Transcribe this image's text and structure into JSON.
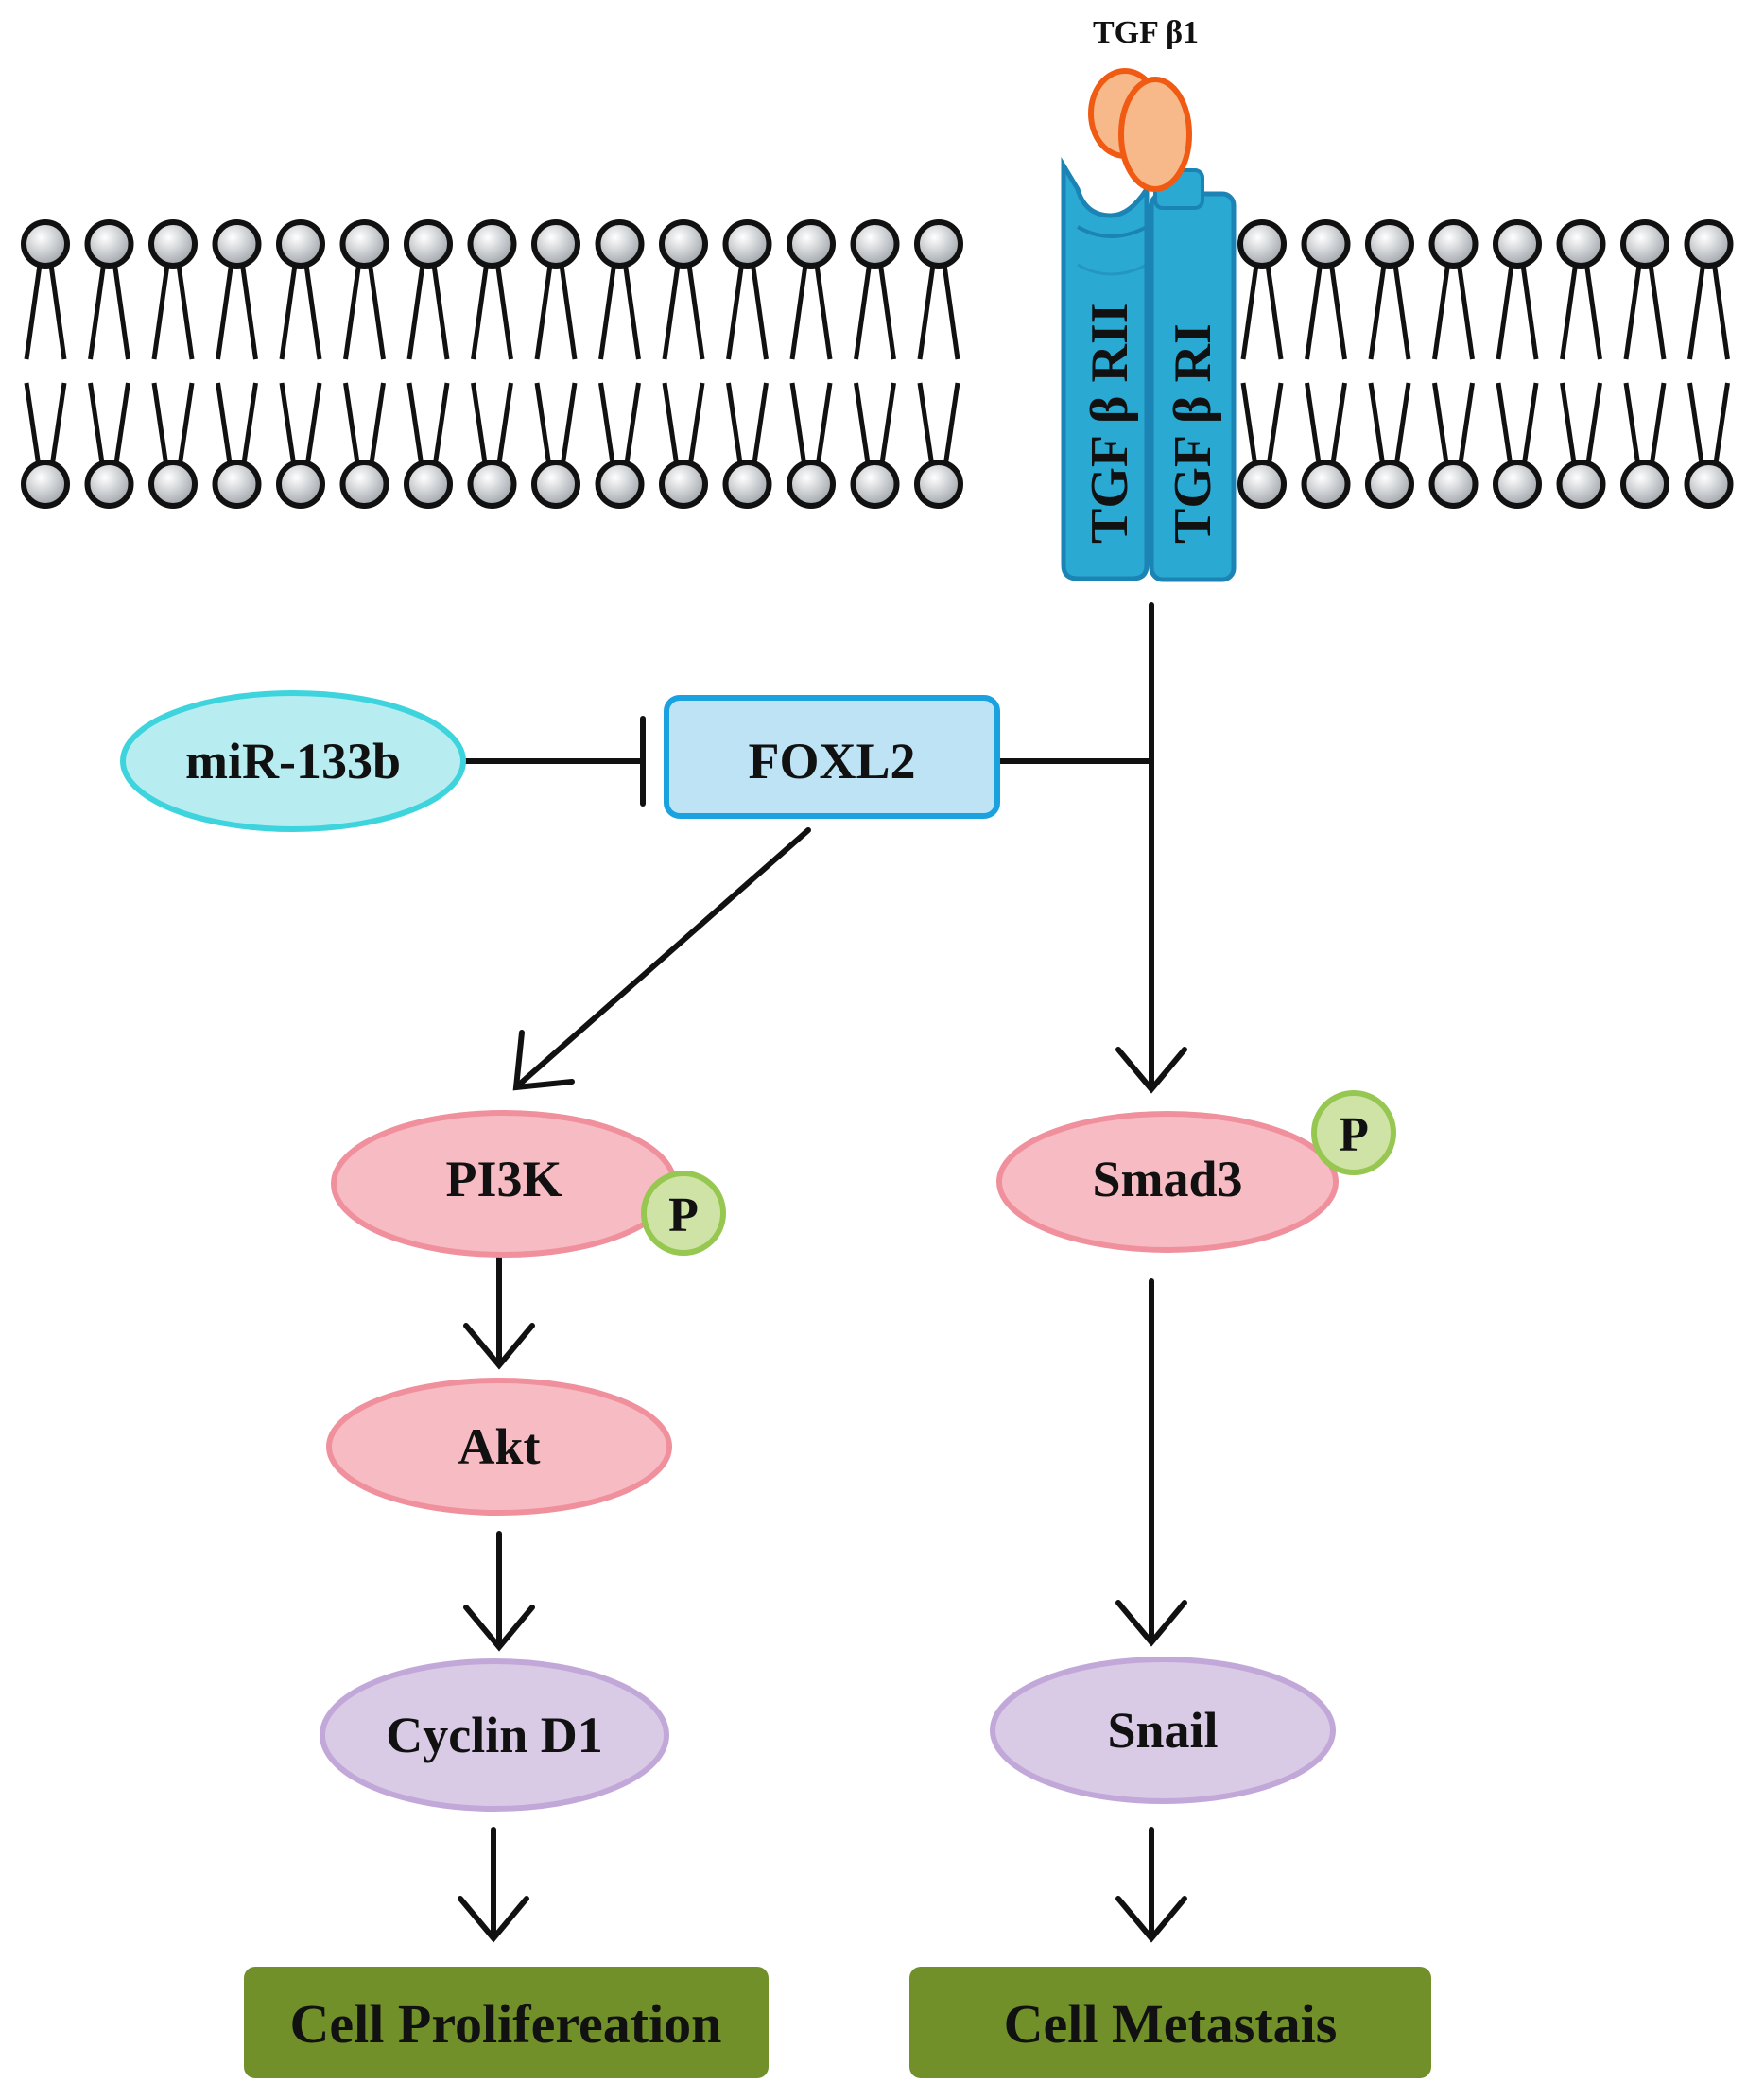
{
  "ligand": {
    "label": "TGF β1"
  },
  "receptors": [
    {
      "id": "rii",
      "label": "TGF β RII"
    },
    {
      "id": "ri",
      "label": "TGF β RI"
    }
  ],
  "nodes": {
    "mir133b": "miR-133b",
    "foxl2": "FOXL2",
    "pi3k": "PI3K",
    "akt": "Akt",
    "cyclin_d1": "Cyclin D1",
    "smad3": "Smad3",
    "snail": "Snail",
    "phospho_label": "P"
  },
  "outcomes": {
    "proliferation": "Cell Prolifereation",
    "metastasis": "Cell Metastais"
  },
  "edges": [
    {
      "from": "mir133b",
      "to": "foxl2",
      "type": "inhibition"
    },
    {
      "from": "foxl2",
      "to": "receptor_path",
      "type": "inhibition"
    },
    {
      "from": "receptors",
      "to": "smad3",
      "type": "activation"
    },
    {
      "from": "foxl2",
      "to": "pi3k",
      "type": "activation"
    },
    {
      "from": "pi3k",
      "to": "akt",
      "type": "activation"
    },
    {
      "from": "akt",
      "to": "cyclin_d1",
      "type": "activation"
    },
    {
      "from": "cyclin_d1",
      "to": "proliferation",
      "type": "activation"
    },
    {
      "from": "smad3",
      "to": "snail",
      "type": "activation"
    },
    {
      "from": "snail",
      "to": "metastasis",
      "type": "activation"
    }
  ],
  "colors": {
    "membrane_head_fill": "#c9ced3",
    "receptor_fill": "#2aa9d3",
    "receptor_stroke": "#1c84b4",
    "ligand_fill": "#f7b98a",
    "ligand_stroke": "#f05a12",
    "mir_fill": "#b7ecf0",
    "mir_stroke": "#3ed4dd",
    "foxl2_fill": "#bde3f5",
    "foxl2_stroke": "#1aa1e0",
    "kinase_fill": "#f7bcc3",
    "kinase_stroke": "#f0909d",
    "target_fill": "#d9cae6",
    "target_stroke": "#c2a8d8",
    "phospho_fill": "#cfe3a6",
    "phospho_stroke": "#96c750",
    "outcome_fill": "#71902a"
  },
  "icons": {
    "phosphate": "phospho-badge",
    "membrane": "lipid-bilayer"
  }
}
